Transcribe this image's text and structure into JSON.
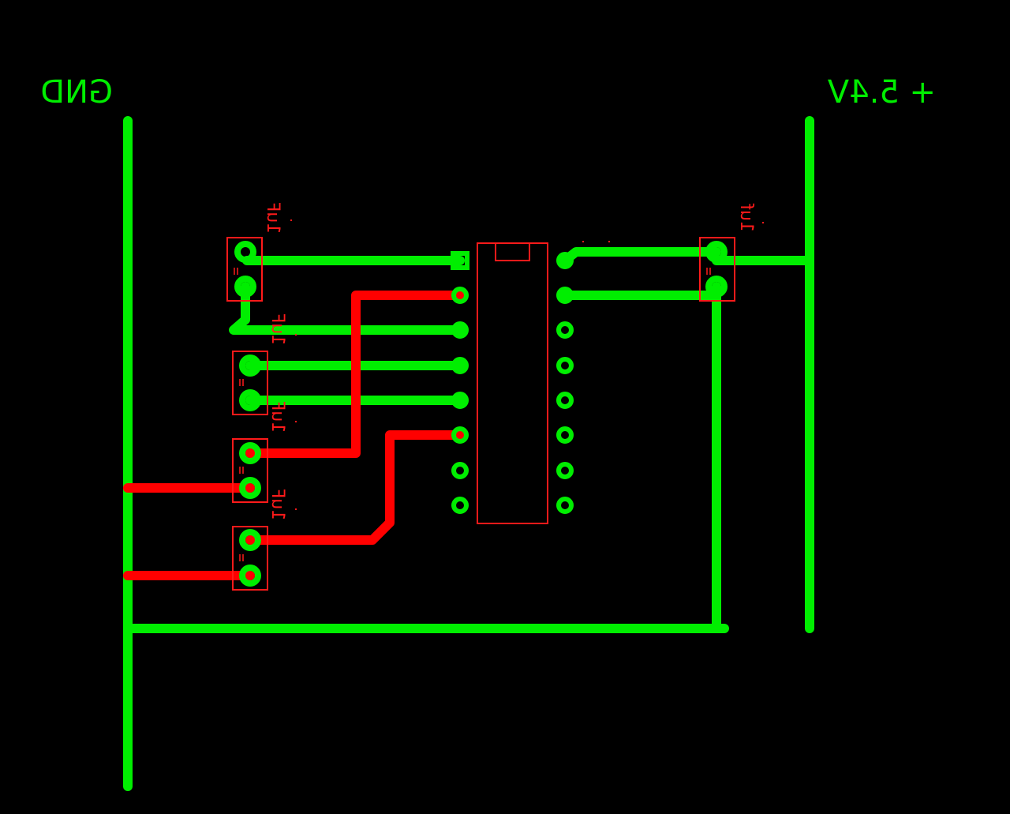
{
  "colors": {
    "background": "#000000",
    "copper_top": "#00ee00",
    "copper_bottom": "#ff0000",
    "silkscreen": "#ff1a1a"
  },
  "net_labels": {
    "gnd": "GND",
    "vcc": "+ 5.4V"
  },
  "capacitor_labels": {
    "c1": "1uF",
    "c2": "1uF",
    "c3": "1uF",
    "c4": "1uF",
    "c5": "1uf"
  },
  "chip": {
    "pin_count": 16
  }
}
